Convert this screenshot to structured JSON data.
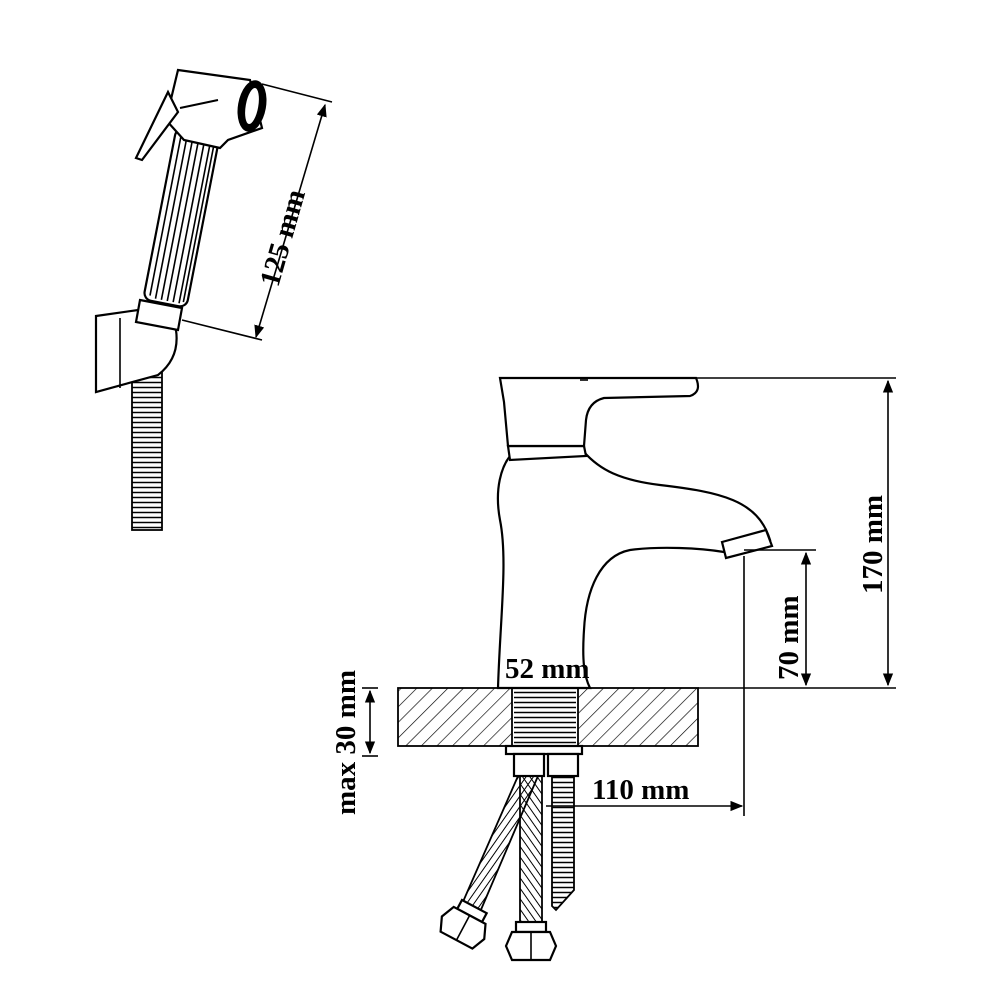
{
  "labels": {
    "handle_length": "125 mm",
    "total_height": "170 mm",
    "spout_height": "70 mm",
    "base_diameter": "52 mm",
    "max_thickness": "max 30 mm",
    "spout_reach": "110 mm"
  },
  "colors": {
    "line": "#000000",
    "background": "#ffffff"
  }
}
